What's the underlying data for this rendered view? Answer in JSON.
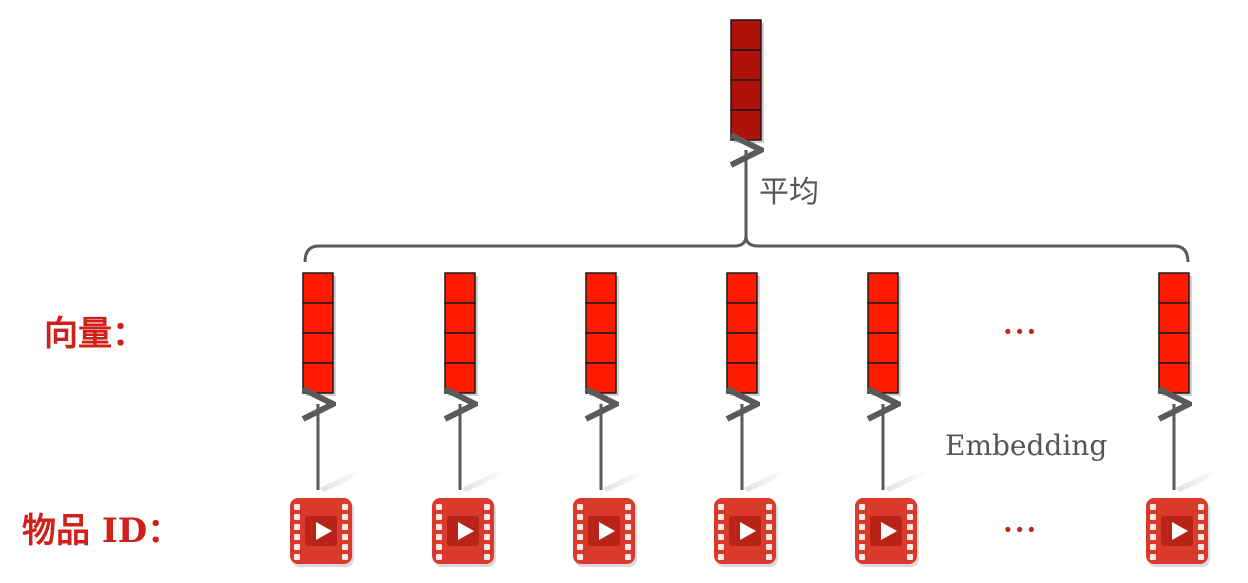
{
  "labels": {
    "vector_row": "向量：",
    "item_id_row": "物品 ID：",
    "average": "平均",
    "embedding": "Embedding",
    "ellipsis_vectors": "···",
    "ellipsis_items": "···"
  },
  "colors": {
    "accent_red": "#d0201a",
    "vector_cell": "#ff1a00",
    "output_vector_cell": "#b0120a",
    "arrow_gray": "#5a5a5a",
    "video_icon_red": "#d93a2b"
  },
  "diagram": {
    "item_count_shown": 6,
    "cells_per_vector": 4,
    "item_icon": "video-play-icon"
  }
}
